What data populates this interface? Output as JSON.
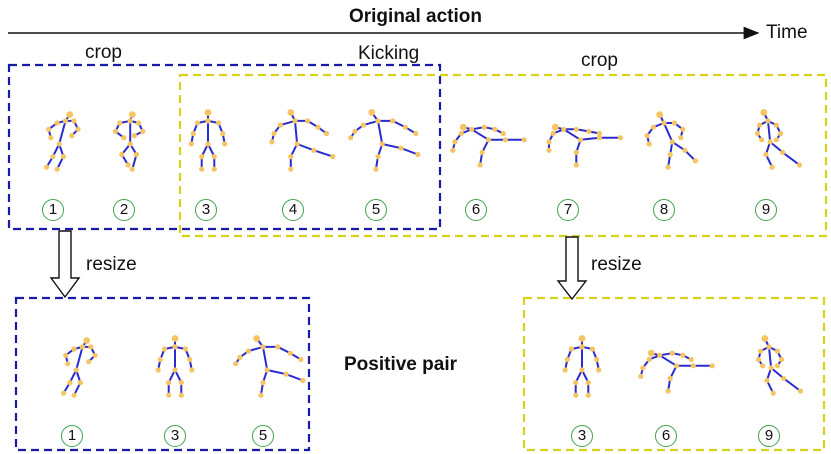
{
  "title": "Original action",
  "time_label": "Time",
  "action_label": "Kicking",
  "crop_left_label": "crop",
  "crop_right_label": "crop",
  "resize_left_label": "resize",
  "resize_right_label": "resize",
  "positive_pair_label": "Positive pair",
  "colors": {
    "blue_box": "#1a1aa8",
    "yellow_box": "#d9d21a",
    "bone": "#2b2bd0",
    "joint": "#f5c463",
    "number_ring": "#3fa34d"
  },
  "top_frames": [
    {
      "number": "1",
      "pose": "kick_a"
    },
    {
      "number": "2",
      "pose": "kick_b"
    },
    {
      "number": "3",
      "pose": "stand"
    },
    {
      "number": "4",
      "pose": "kick_c"
    },
    {
      "number": "5",
      "pose": "kick_d"
    },
    {
      "number": "6",
      "pose": "kick_e"
    },
    {
      "number": "7",
      "pose": "kick_f"
    },
    {
      "number": "8",
      "pose": "kick_g"
    },
    {
      "number": "9",
      "pose": "kick_h"
    }
  ],
  "bottom_left_frames": [
    {
      "number": "1",
      "pose": "kick_a"
    },
    {
      "number": "3",
      "pose": "stand"
    },
    {
      "number": "5",
      "pose": "kick_d"
    }
  ],
  "bottom_right_frames": [
    {
      "number": "3",
      "pose": "stand"
    },
    {
      "number": "6",
      "pose": "kick_e"
    },
    {
      "number": "9",
      "pose": "kick_h"
    }
  ]
}
